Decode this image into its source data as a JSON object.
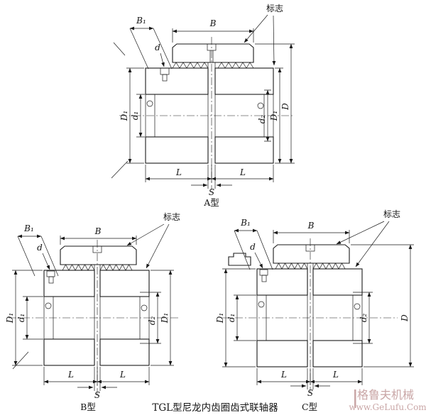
{
  "caption": "TGL型尼龙内齿圈齿式联轴器",
  "watermark": {
    "brand": "格鲁夫机械",
    "url": "www.GeLufu.Com"
  },
  "views": {
    "a": {
      "title": "A型",
      "dims": {
        "b1": "B₁",
        "b": "B",
        "mark": "标志",
        "d": "d",
        "D1_left": "D₁",
        "d1": "d₁",
        "d2": "d₂",
        "D1_right": "D₁",
        "D": "D",
        "L_left": "L",
        "L_right": "L",
        "s": "S"
      }
    },
    "b": {
      "title": "B型",
      "dims": {
        "b1": "B₁",
        "b": "B",
        "mark": "标志",
        "d": "d",
        "D1_left": "D₁",
        "d1": "d₁",
        "d2": "d₂",
        "D1_right": "D₁",
        "L_left": "L",
        "L_right": "L",
        "s": "S"
      }
    },
    "c": {
      "title": "C型",
      "dims": {
        "b1": "B₁",
        "b": "B",
        "mark": "标志",
        "d": "d",
        "D1_left": "D₁",
        "d1": "d₁",
        "d2": "d₂",
        "D": "D",
        "L_left": "L",
        "L_right": "L",
        "s": "S"
      }
    }
  }
}
